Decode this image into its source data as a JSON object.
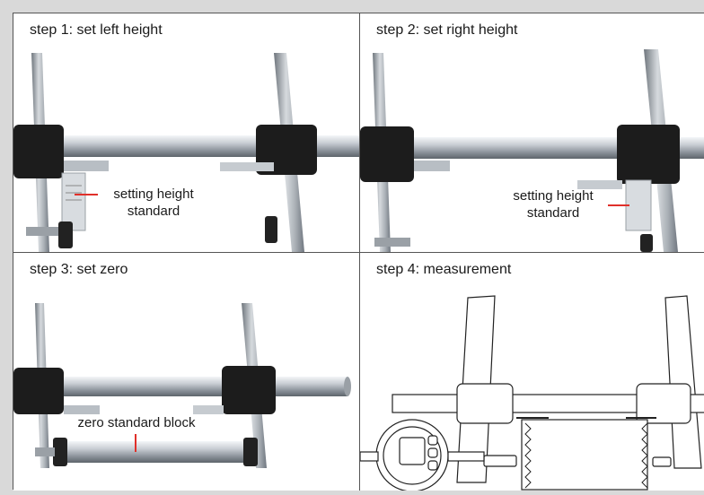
{
  "panels": [
    {
      "title": "step 1: set left height",
      "callout_line1": "setting height",
      "callout_line2": "standard"
    },
    {
      "title": "step 2: set right height",
      "callout_line1": "setting height",
      "callout_line2": "standard"
    },
    {
      "title": "step 3: set zero",
      "callout": "zero standard block"
    },
    {
      "title": "step 4: measurement"
    }
  ],
  "colors": {
    "callout_line": "#e0302a",
    "background": "#d9d9d9"
  }
}
